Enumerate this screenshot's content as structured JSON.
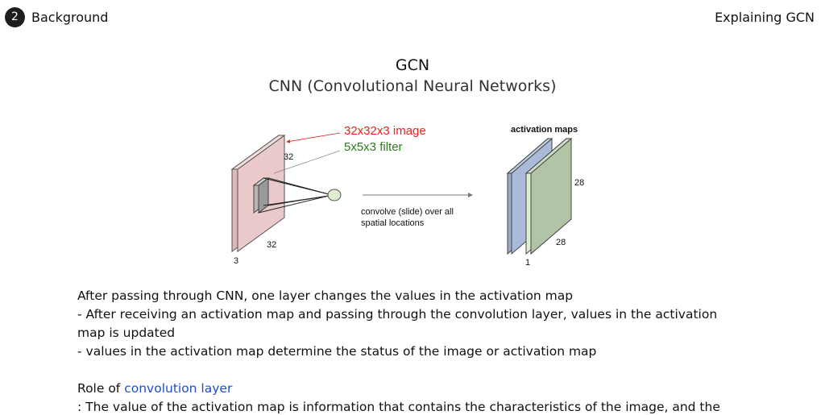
{
  "header": {
    "section_number": "2",
    "section_title": "Background",
    "right_title": "Explaining GCN"
  },
  "slide": {
    "title": "GCN",
    "subtitle": "CNN (Convolutional Neural Networks)"
  },
  "diagram": {
    "input_label": "32x32x3 image",
    "filter_label": "5x5x3 filter",
    "dim_height": "32",
    "dim_width": "32",
    "dim_depth": "3",
    "arrow_caption_line1": "convolve (slide) over all",
    "arrow_caption_line2": "spatial locations",
    "output_title": "activation maps",
    "out_height": "28",
    "out_width": "28",
    "out_depth": "1",
    "colors": {
      "input_volume": "#e9c9c9",
      "map_blue": "#a9bbd9",
      "map_green": "#b2c4a6",
      "input_label": "#e8231e",
      "filter_label": "#2e7d1a"
    }
  },
  "body": {
    "line1": "After passing through CNN, one layer changes the values in the activation map",
    "line2": "- After receiving an activation map and passing through the convolution layer, values in the activation map is updated",
    "line3": "- values in the activation map determine the status of the image or activation map",
    "role_prefix": "Role of ",
    "role_highlight": "convolution layer",
    "line4": ": The value of the activation map is information that contains the characteristics of the image, and the"
  }
}
